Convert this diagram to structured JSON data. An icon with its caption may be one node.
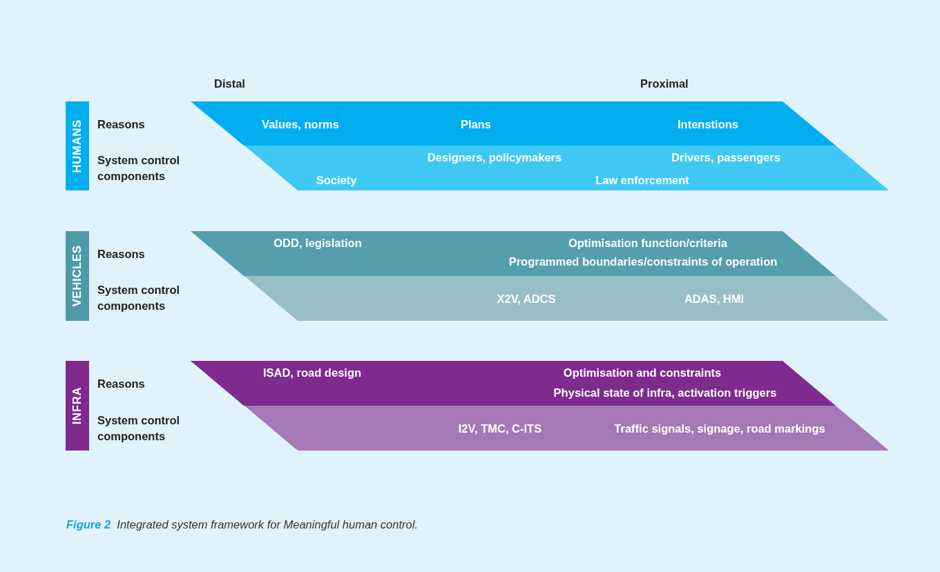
{
  "diagram": {
    "caption": "**Figure 2**  Integrated system framework for Meaningful human control.",
    "nodes": [
      {
        "text": [
          "HUMANS"
        ]
      },
      {
        "text": [
          "Values, norms",
          "Plans",
          "Intenstions"
        ]
      },
      {
        "text": [
          "Designers, policymakers",
          "Drivers, passengers",
          "Society",
          "Law enforcement"
        ]
      },
      {
        "text": [
          "VEHICLES"
        ]
      },
      {
        "text": [
          "ODD, legislation",
          "Optimisation function/criteria",
          "Programmed boundaries/constraints of operation"
        ]
      },
      {
        "text": [
          "X2V, ADCS",
          "ADAS, HMI"
        ]
      },
      {
        "text": [
          "INFRA"
        ]
      },
      {
        "text": [
          "ISAD, road design",
          "Optimisation and constraints",
          "Physical state of infra, activation triggers"
        ]
      },
      {
        "text": [
          "I2V, TMC, C-ITS",
          "Traffic signals, signage, road markings"
        ]
      }
    ],
    "edges": [],
    "labels": [
      "Distal",
      "Proximal",
      "Reasons",
      "System control components",
      "Reasons",
      "System control components",
      "Reasons",
      "System control components"
    ]
  }
}
